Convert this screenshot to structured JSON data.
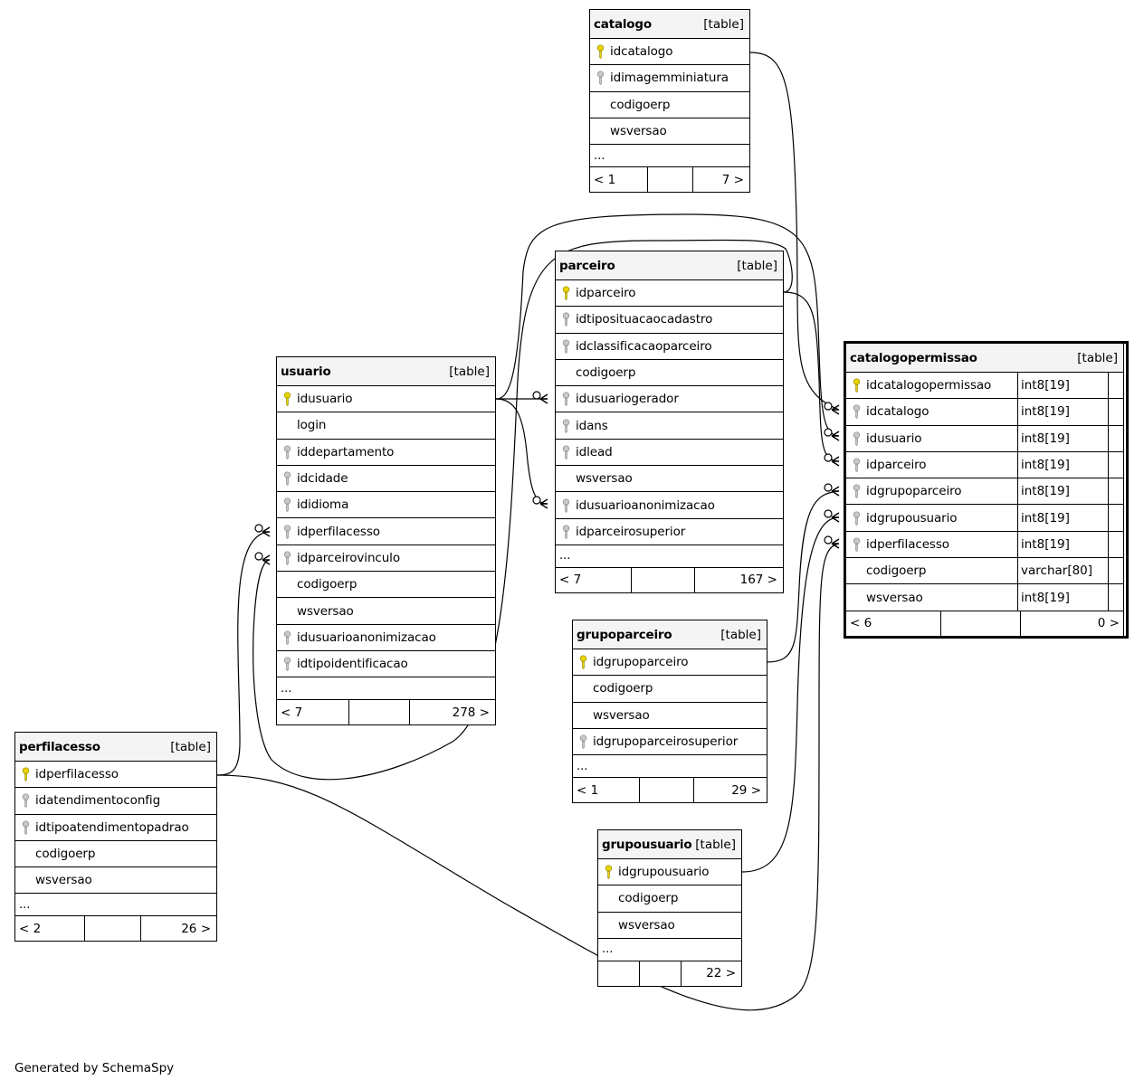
{
  "generated_by": "Generated by SchemaSpy",
  "tables": [
    {
      "id": "catalogo",
      "name": "catalogo",
      "type": "[table]",
      "focus": false,
      "columns": [
        {
          "name": "idcatalogo",
          "key": "pk"
        },
        {
          "name": "idimagemminiatura",
          "key": "fk"
        },
        {
          "name": "codigoerp",
          "key": ""
        },
        {
          "name": "wsversao",
          "key": ""
        }
      ],
      "ellipsis": "...",
      "footer": {
        "left": "< 1",
        "right": "7 >"
      }
    },
    {
      "id": "parceiro",
      "name": "parceiro",
      "type": "[table]",
      "focus": false,
      "columns": [
        {
          "name": "idparceiro",
          "key": "pk"
        },
        {
          "name": "idtiposituacaocadastro",
          "key": "fk"
        },
        {
          "name": "idclassificacaoparceiro",
          "key": "fk"
        },
        {
          "name": "codigoerp",
          "key": ""
        },
        {
          "name": "idusuariogerador",
          "key": "fk"
        },
        {
          "name": "idans",
          "key": "fk"
        },
        {
          "name": "idlead",
          "key": "fk"
        },
        {
          "name": "wsversao",
          "key": ""
        },
        {
          "name": "idusuarioanonimizacao",
          "key": "fk"
        },
        {
          "name": "idparceirosuperior",
          "key": "fk"
        }
      ],
      "ellipsis": "...",
      "footer": {
        "left": "< 7",
        "right": "167 >"
      }
    },
    {
      "id": "usuario",
      "name": "usuario",
      "type": "[table]",
      "focus": false,
      "columns": [
        {
          "name": "idusuario",
          "key": "pk"
        },
        {
          "name": "login",
          "key": ""
        },
        {
          "name": "iddepartamento",
          "key": "fk"
        },
        {
          "name": "idcidade",
          "key": "fk"
        },
        {
          "name": "ididioma",
          "key": "fk"
        },
        {
          "name": "idperfilacesso",
          "key": "fk"
        },
        {
          "name": "idparceirovinculo",
          "key": "fk"
        },
        {
          "name": "codigoerp",
          "key": ""
        },
        {
          "name": "wsversao",
          "key": ""
        },
        {
          "name": "idusuarioanonimizacao",
          "key": "fk"
        },
        {
          "name": "idtipoidentificacao",
          "key": "fk"
        }
      ],
      "ellipsis": "...",
      "footer": {
        "left": "< 7",
        "right": "278 >"
      }
    },
    {
      "id": "catalogopermissao",
      "name": "catalogopermissao",
      "type": "[table]",
      "focus": true,
      "columns": [
        {
          "name": "idcatalogopermissao",
          "key": "pk",
          "type": "int8[19]"
        },
        {
          "name": "idcatalogo",
          "key": "fk",
          "type": "int8[19]"
        },
        {
          "name": "idusuario",
          "key": "fk",
          "type": "int8[19]"
        },
        {
          "name": "idparceiro",
          "key": "fk",
          "type": "int8[19]"
        },
        {
          "name": "idgrupoparceiro",
          "key": "fk",
          "type": "int8[19]"
        },
        {
          "name": "idgrupousuario",
          "key": "fk",
          "type": "int8[19]"
        },
        {
          "name": "idperfilacesso",
          "key": "fk",
          "type": "int8[19]"
        },
        {
          "name": "codigoerp",
          "key": "",
          "type": "varchar[80]"
        },
        {
          "name": "wsversao",
          "key": "",
          "type": "int8[19]"
        }
      ],
      "ellipsis": "",
      "footer": {
        "left": "< 6",
        "right": "0 >"
      }
    },
    {
      "id": "grupoparceiro",
      "name": "grupoparceiro",
      "type": "[table]",
      "focus": false,
      "columns": [
        {
          "name": "idgrupoparceiro",
          "key": "pk"
        },
        {
          "name": "codigoerp",
          "key": ""
        },
        {
          "name": "wsversao",
          "key": ""
        },
        {
          "name": "idgrupoparceirosuperior",
          "key": "fk"
        }
      ],
      "ellipsis": "...",
      "footer": {
        "left": "< 1",
        "right": "29 >"
      }
    },
    {
      "id": "grupousuario",
      "name": "grupousuario",
      "type": "[table]",
      "focus": false,
      "columns": [
        {
          "name": "idgrupousuario",
          "key": "pk"
        },
        {
          "name": "codigoerp",
          "key": ""
        },
        {
          "name": "wsversao",
          "key": ""
        }
      ],
      "ellipsis": "...",
      "footer": {
        "left": "",
        "right": "22 >"
      }
    },
    {
      "id": "perfilacesso",
      "name": "perfilacesso",
      "type": "[table]",
      "focus": false,
      "columns": [
        {
          "name": "idperfilacesso",
          "key": "pk"
        },
        {
          "name": "idatendimentoconfig",
          "key": "fk"
        },
        {
          "name": "idtipoatendimentopadrao",
          "key": "fk"
        },
        {
          "name": "codigoerp",
          "key": ""
        },
        {
          "name": "wsversao",
          "key": ""
        }
      ],
      "ellipsis": "...",
      "footer": {
        "left": "< 2",
        "right": "26 >"
      }
    }
  ],
  "relationships": [
    {
      "from": "catalogo.idcatalogo",
      "to": "catalogopermissao.idcatalogo"
    },
    {
      "from": "usuario.idusuario",
      "to": "catalogopermissao.idusuario"
    },
    {
      "from": "parceiro.idparceiro",
      "to": "catalogopermissao.idparceiro"
    },
    {
      "from": "grupoparceiro.idgrupoparceiro",
      "to": "catalogopermissao.idgrupoparceiro"
    },
    {
      "from": "grupousuario.idgrupousuario",
      "to": "catalogopermissao.idgrupousuario"
    },
    {
      "from": "perfilacesso.idperfilacesso",
      "to": "catalogopermissao.idperfilacesso"
    },
    {
      "from": "usuario.idusuario",
      "to": "parceiro.idusuariogerador"
    },
    {
      "from": "usuario.idusuario",
      "to": "parceiro.idusuarioanonimizacao"
    },
    {
      "from": "perfilacesso.idperfilacesso",
      "to": "usuario.idperfilacesso"
    },
    {
      "from": "parceiro.idparceiro",
      "to": "usuario.idparceirovinculo"
    }
  ]
}
